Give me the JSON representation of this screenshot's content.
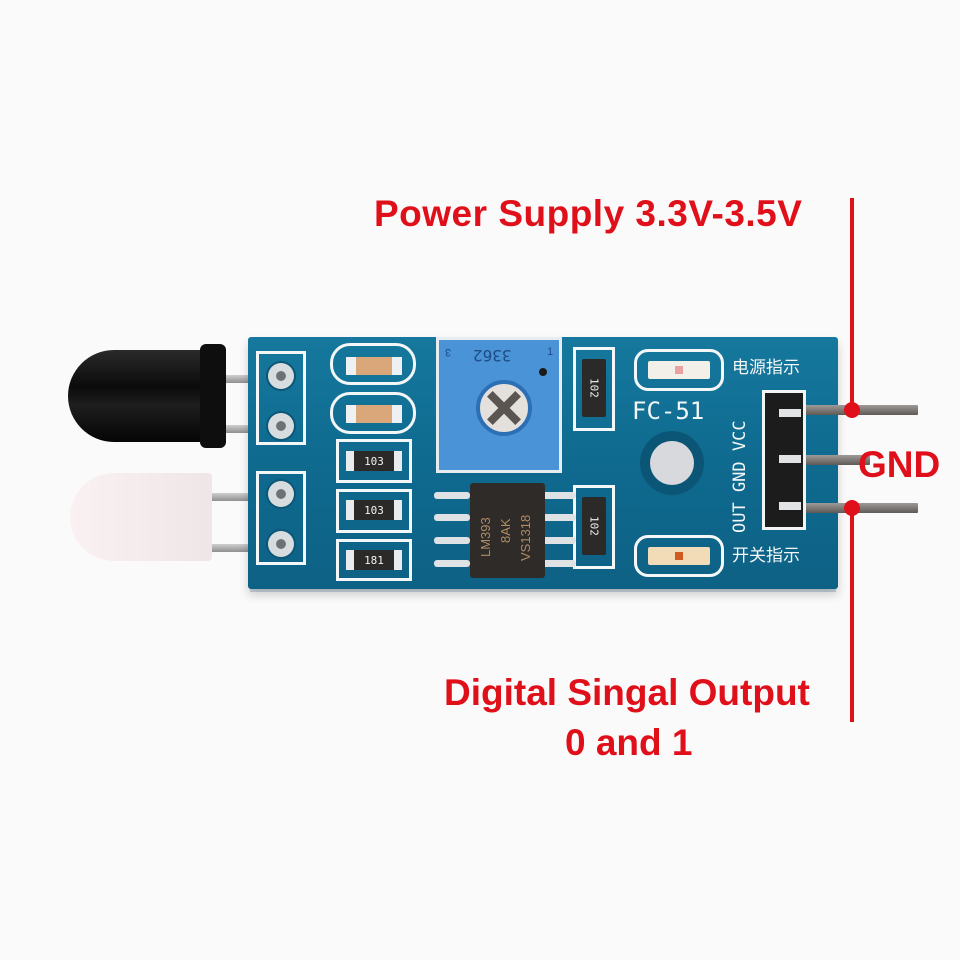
{
  "image": {
    "subject": "FC-51 IR obstacle avoidance sensor module",
    "background_color": "#fbfafa",
    "annotation_color": "#e0101a"
  },
  "annotations": {
    "power_supply": "Power Supply 3.3V-3.5V",
    "gnd": "GND",
    "output_line1": "Digital Singal Output",
    "output_line2": "0 and 1"
  },
  "board": {
    "model": "FC-51",
    "pin_labels": "OUT GND VCC",
    "power_indicator_label": "电源指示",
    "switch_indicator_label": "开关指示",
    "potentiometer_marking": "3362",
    "potentiometer_pin_left": "3",
    "potentiometer_pin_right": "1",
    "ic": {
      "line1": "LM393",
      "line2": "8AK",
      "line3": "VS1318"
    },
    "resistors": [
      "103",
      "103",
      "181",
      "102",
      "102"
    ],
    "pcb_color": "#0f6a8f"
  }
}
